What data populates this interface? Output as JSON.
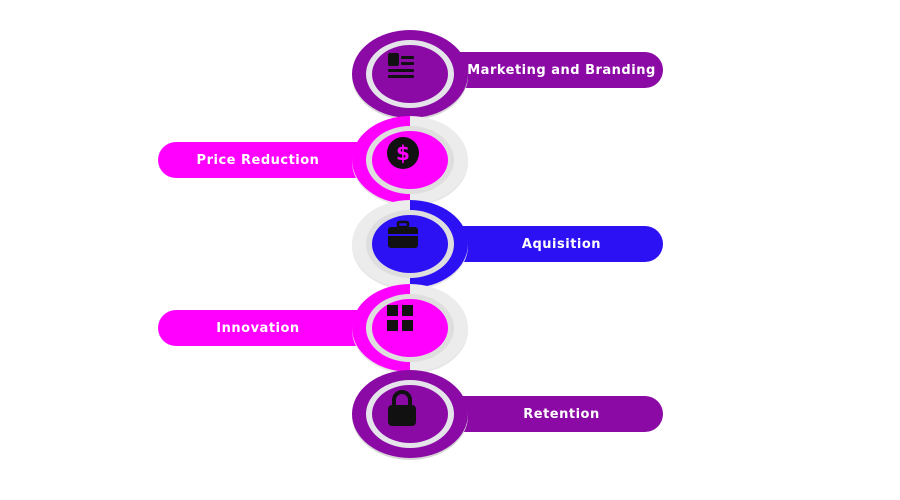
{
  "steps": [
    {
      "label": "Marketing and Branding",
      "color": "#8b0aa5",
      "side": "right",
      "icon": "document-icon"
    },
    {
      "label": "Price Reduction",
      "color": "#ff00ff",
      "side": "left",
      "icon": "dollar-icon"
    },
    {
      "label": "Aquisition",
      "color": "#2d11f5",
      "side": "right",
      "icon": "briefcase-icon"
    },
    {
      "label": "Innovation",
      "color": "#ff00ff",
      "side": "left",
      "icon": "grid-icon"
    },
    {
      "label": "Retention",
      "color": "#8b0aa5",
      "side": "right",
      "icon": "lock-icon"
    }
  ]
}
